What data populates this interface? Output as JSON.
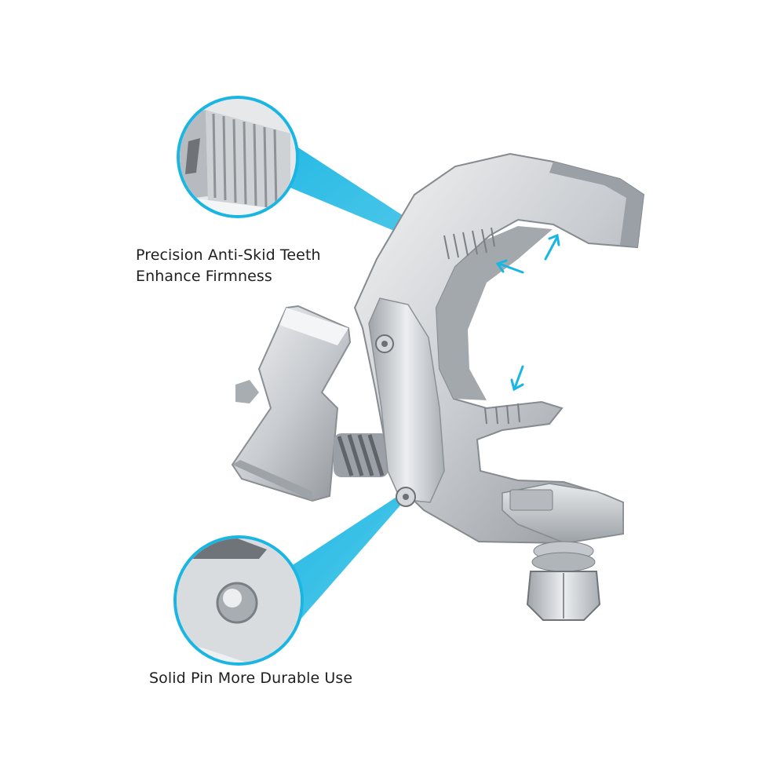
{
  "callouts": {
    "teeth": {
      "line1": "Precision Anti-Skid Teeth",
      "line2": "Enhance Firmness"
    },
    "pin": {
      "label": "Solid Pin More Durable Use"
    }
  },
  "colors": {
    "accent": "#19b6e3",
    "metal_light": "#e4e6e8",
    "metal_mid": "#b9bdc1",
    "metal_dark": "#7d8287",
    "text": "#1f1f1f",
    "background": "#ffffff"
  },
  "icons": [
    "arrow-icon",
    "arrow-icon",
    "arrow-icon"
  ]
}
